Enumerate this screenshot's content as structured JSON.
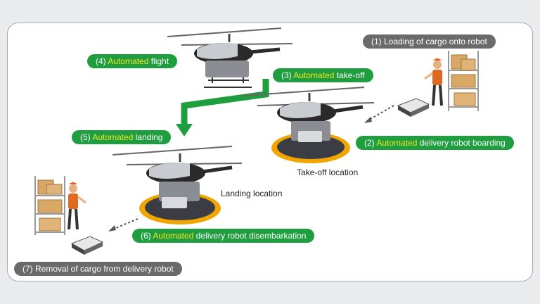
{
  "steps": {
    "s1": {
      "text": "(1) Loading of cargo onto robot"
    },
    "s2": {
      "num": "(2) ",
      "hl": "Automated",
      "rest": " delivery robot boarding"
    },
    "s3": {
      "num": "(3) ",
      "hl": "Automated",
      "rest": " take-off"
    },
    "s4": {
      "num": "(4) ",
      "hl": "Automated",
      "rest": " flight"
    },
    "s5": {
      "num": "(5) ",
      "hl": "Automated",
      "rest": " landing"
    },
    "s6": {
      "num": "(6) ",
      "hl": "Automated",
      "rest": " delivery robot disembarkation"
    },
    "s7": {
      "text": "(7) Removal of cargo from delivery robot"
    }
  },
  "locations": {
    "takeoff": "Take-off location",
    "landing": "Landing location"
  },
  "colors": {
    "step_green": "#1e9e3e",
    "highlight_yellow": "#f2e326",
    "step_gray": "#6a6a6a",
    "pad_orange": "#f0a500",
    "frame_border": "#9aa8c2"
  }
}
